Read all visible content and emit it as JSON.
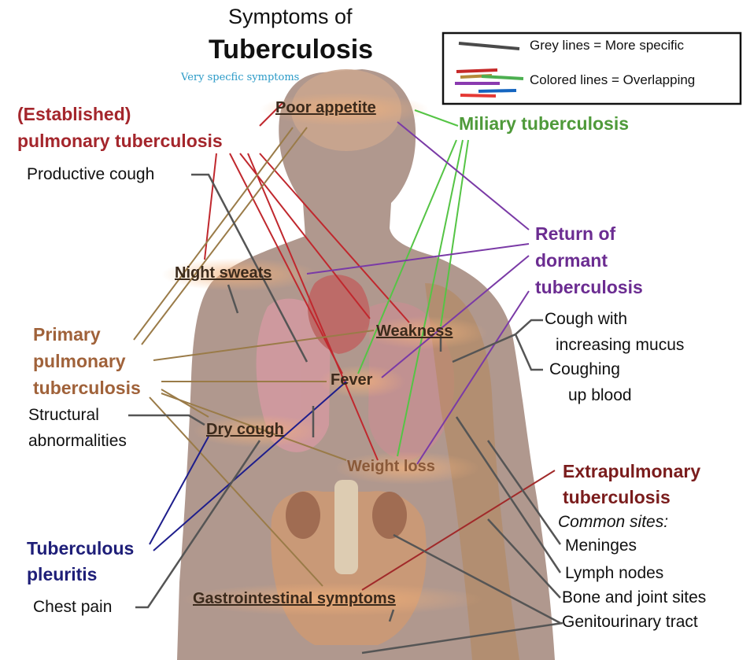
{
  "title": {
    "line1": "Symptoms of",
    "line2": "Tuberculosis"
  },
  "annotation": "Very specfic symptoms",
  "legend": {
    "grey": "Grey lines = More specific",
    "colored": "Colored lines = Overlapping"
  },
  "symptoms": {
    "poor_appetite": "Poor appetite",
    "night_sweats": "Night sweats",
    "weakness": "Weakness",
    "fever": "Fever",
    "dry_cough": "Dry cough",
    "weight_loss": "Weight loss",
    "gi": "Gastrointestinal symptoms"
  },
  "diseases": {
    "established": [
      "(Established)",
      "pulmonary tuberculosis"
    ],
    "miliary": "Miliary tuberculosis",
    "dormant": [
      "Return of",
      "dormant",
      "tuberculosis"
    ],
    "primary": [
      "Primary",
      "pulmonary",
      "tuberculosis"
    ],
    "pleuritis": [
      "Tuberculous",
      "pleuritis"
    ],
    "extrapulmonary": [
      "Extrapulmonary",
      "tuberculosis"
    ]
  },
  "specific_notes": {
    "productive_cough": "Productive cough",
    "structural": [
      "Structural",
      "abnormalities"
    ],
    "chest_pain": "Chest pain",
    "cough_mucus": [
      "Cough with",
      "increasing mucus"
    ],
    "coughing_blood": [
      "Coughing",
      "up blood"
    ],
    "common_sites": "Common sites:",
    "sites": [
      "Meninges",
      "Lymph nodes",
      "Bone and joint sites",
      "Genitourinary tract"
    ]
  },
  "colors": {
    "established": "#a4262c",
    "miliary": "#4f9a3a",
    "dormant": "#6b2c91",
    "primary": "#a0623a",
    "pleuritis": "#1e1e78",
    "extrapulmonary": "#7a1c1c",
    "annotation": "#2a9ac7"
  }
}
